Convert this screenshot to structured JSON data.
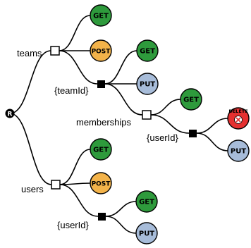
{
  "root": {
    "label": "R"
  },
  "resources": [
    {
      "id": "teams",
      "label": "teams"
    },
    {
      "id": "teamId",
      "label": "{teamId}"
    },
    {
      "id": "memberships",
      "label": "memberships"
    },
    {
      "id": "team_userId",
      "label": "{userId}"
    },
    {
      "id": "users",
      "label": "users"
    },
    {
      "id": "users_userId",
      "label": "{userId}"
    }
  ],
  "methods": [
    {
      "id": "teams-get",
      "resource": "teams",
      "method": "GET"
    },
    {
      "id": "teams-post",
      "resource": "teams",
      "method": "POST"
    },
    {
      "id": "teamid-get",
      "resource": "teamId",
      "method": "GET"
    },
    {
      "id": "teamid-put",
      "resource": "teamId",
      "method": "PUT"
    },
    {
      "id": "memberships-get",
      "resource": "memberships",
      "method": "GET"
    },
    {
      "id": "member-delete",
      "resource": "team_userId",
      "method": "DELETE"
    },
    {
      "id": "member-put",
      "resource": "team_userId",
      "method": "PUT"
    },
    {
      "id": "users-get",
      "resource": "users",
      "method": "GET"
    },
    {
      "id": "users-post",
      "resource": "users",
      "method": "POST"
    },
    {
      "id": "userid-get",
      "resource": "users_userId",
      "method": "GET"
    },
    {
      "id": "userid-put",
      "resource": "users_userId",
      "method": "PUT"
    }
  ],
  "method_colors": {
    "GET": "#2e9a3c",
    "POST": "#f3b34a",
    "PUT": "#a7bcd9",
    "DELETE": "#e53030"
  }
}
